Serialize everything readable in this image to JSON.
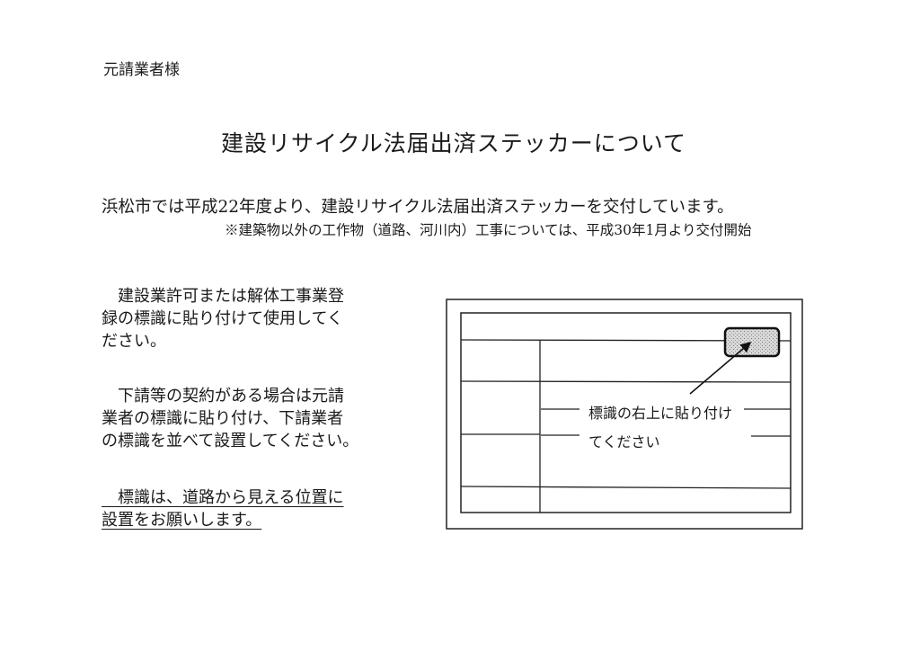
{
  "addressee": "元請業者様",
  "title": "建設リサイクル法届出済ステッカーについて",
  "intro": "浜松市では平成22年度より、建設リサイクル法届出済ステッカーを交付しています。",
  "note": "※建築物以外の工作物（道路、河川内）工事については、平成30年1月より交付開始",
  "paragraphs": [
    {
      "lines": [
        "　建設業許可または解体工事業登",
        "録の標識に貼り付けて使用してく",
        "ださい。"
      ]
    },
    {
      "lines": [
        "　下請等の契約がある場合は元請",
        "業者の標識に貼り付け、下請業者",
        "の標識を並べて設置してください。"
      ]
    },
    {
      "lines": [
        "　標識は、道路から見える位置に",
        "設置をお願いします。"
      ]
    }
  ],
  "diagram": {
    "label_line1": "標識の右上に貼り付け",
    "label_line2": "てください"
  }
}
